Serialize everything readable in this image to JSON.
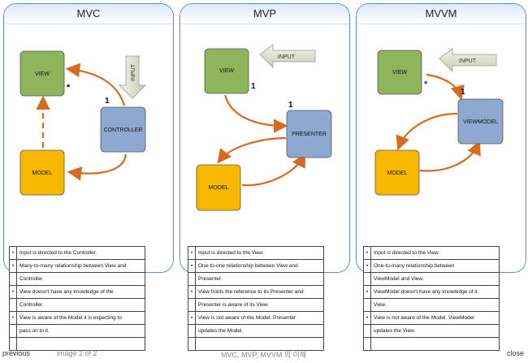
{
  "panels": [
    {
      "title": "MVC",
      "boxes": {
        "view": "VIEW",
        "model": "MODEL",
        "controller": "CONTROLLER"
      },
      "input": "INPUT",
      "marks": {
        "star": "*",
        "one": "1"
      },
      "notes": [
        {
          "bullet": "•",
          "text": "Input is directed to the Controller."
        },
        {
          "bullet": "•",
          "text": "Many-to-many relationship between View and"
        },
        {
          "bullet": "",
          "text": "Controller."
        },
        {
          "bullet": "•",
          "text": "View doesn't have any knowledge of the"
        },
        {
          "bullet": "",
          "text": "Controller."
        },
        {
          "bullet": "•",
          "text": "View is aware of the Model it is expecting to"
        },
        {
          "bullet": "",
          "text": "pass on to it."
        },
        {
          "bullet": "",
          "text": ""
        }
      ]
    },
    {
      "title": "MVP",
      "boxes": {
        "view": "VIEW",
        "model": "MODEL",
        "presenter": "PRESENTER"
      },
      "input": "INPUT",
      "marks": {
        "one_view": "1",
        "one_presenter": "1"
      },
      "notes": [
        {
          "bullet": "•",
          "text": "Input is directed to the View"
        },
        {
          "bullet": "•",
          "text": "One-to-one relationship between View and"
        },
        {
          "bullet": "",
          "text": "Presenter."
        },
        {
          "bullet": "•",
          "text": "View holds the reference to its Presenter and"
        },
        {
          "bullet": "",
          "text": "Presenter is aware of its View."
        },
        {
          "bullet": "•",
          "text": "View is not aware of the Model. Presenter"
        },
        {
          "bullet": "",
          "text": "updates the Model."
        },
        {
          "bullet": "",
          "text": ""
        }
      ]
    },
    {
      "title": "MVVM",
      "boxes": {
        "view": "VIEW",
        "model": "MODEL",
        "viewmodel": "VIEWMODEL"
      },
      "input": "INPUT",
      "marks": {
        "star": "*",
        "one": "1"
      },
      "notes": [
        {
          "bullet": "•",
          "text": "Input is directed to the  View"
        },
        {
          "bullet": "•",
          "text": "One-to-many relationship between"
        },
        {
          "bullet": "",
          "text": "ViewModel and View."
        },
        {
          "bullet": "•",
          "text": "ViewModel doesn't have any knowledge of it"
        },
        {
          "bullet": "",
          "text": "View."
        },
        {
          "bullet": "•",
          "text": "View is not aware of the Model. ViewModel"
        },
        {
          "bullet": "",
          "text": "updates the View."
        },
        {
          "bullet": "",
          "text": ""
        }
      ]
    }
  ],
  "footer": {
    "previous": "previous",
    "counter": "image 2 of 2",
    "caption": "MVC, MVP, MVVM 의 이해",
    "close": "close"
  },
  "colors": {
    "view": "#8fb55c",
    "model": "#f8b800",
    "controller": "#8ea8cf",
    "arrow": "#d9691f",
    "input_arrow": "#d6d8c4",
    "border": "#5a8fd6"
  }
}
